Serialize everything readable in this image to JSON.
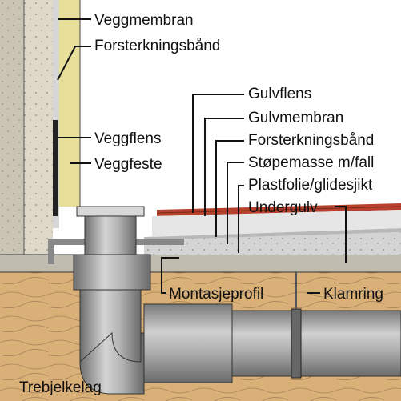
{
  "labels": {
    "wall_membrane": "Veggmembran",
    "wall_reinforcement_tape": "Forsterkningsbånd",
    "wall_flange": "Veggflens",
    "wall_bracket": "Veggfeste",
    "floor_flange": "Gulvflens",
    "floor_membrane": "Gulvmembran",
    "floor_reinforcement_tape": "Forsterkningsbånd",
    "screed_with_fall": "Støpemasse m/fall",
    "plastic_foil_slip_layer": "Plastfolie/glidesjikt",
    "subfloor": "Undergulv",
    "mounting_profile": "Montasjeprofil",
    "pipe_clamp": "Klamring",
    "joist_layer": "Trebjelkelag"
  },
  "colors": {
    "wall_board": "#ddd8c8",
    "wall_insulation": "#e8df9a",
    "membrane_gray": "#c8ccd2",
    "concrete": "#d8d8d8",
    "tile_red": "#b8412e",
    "wood": "#d8b078",
    "pipe": "#a8a8a8",
    "line": "#111111"
  }
}
